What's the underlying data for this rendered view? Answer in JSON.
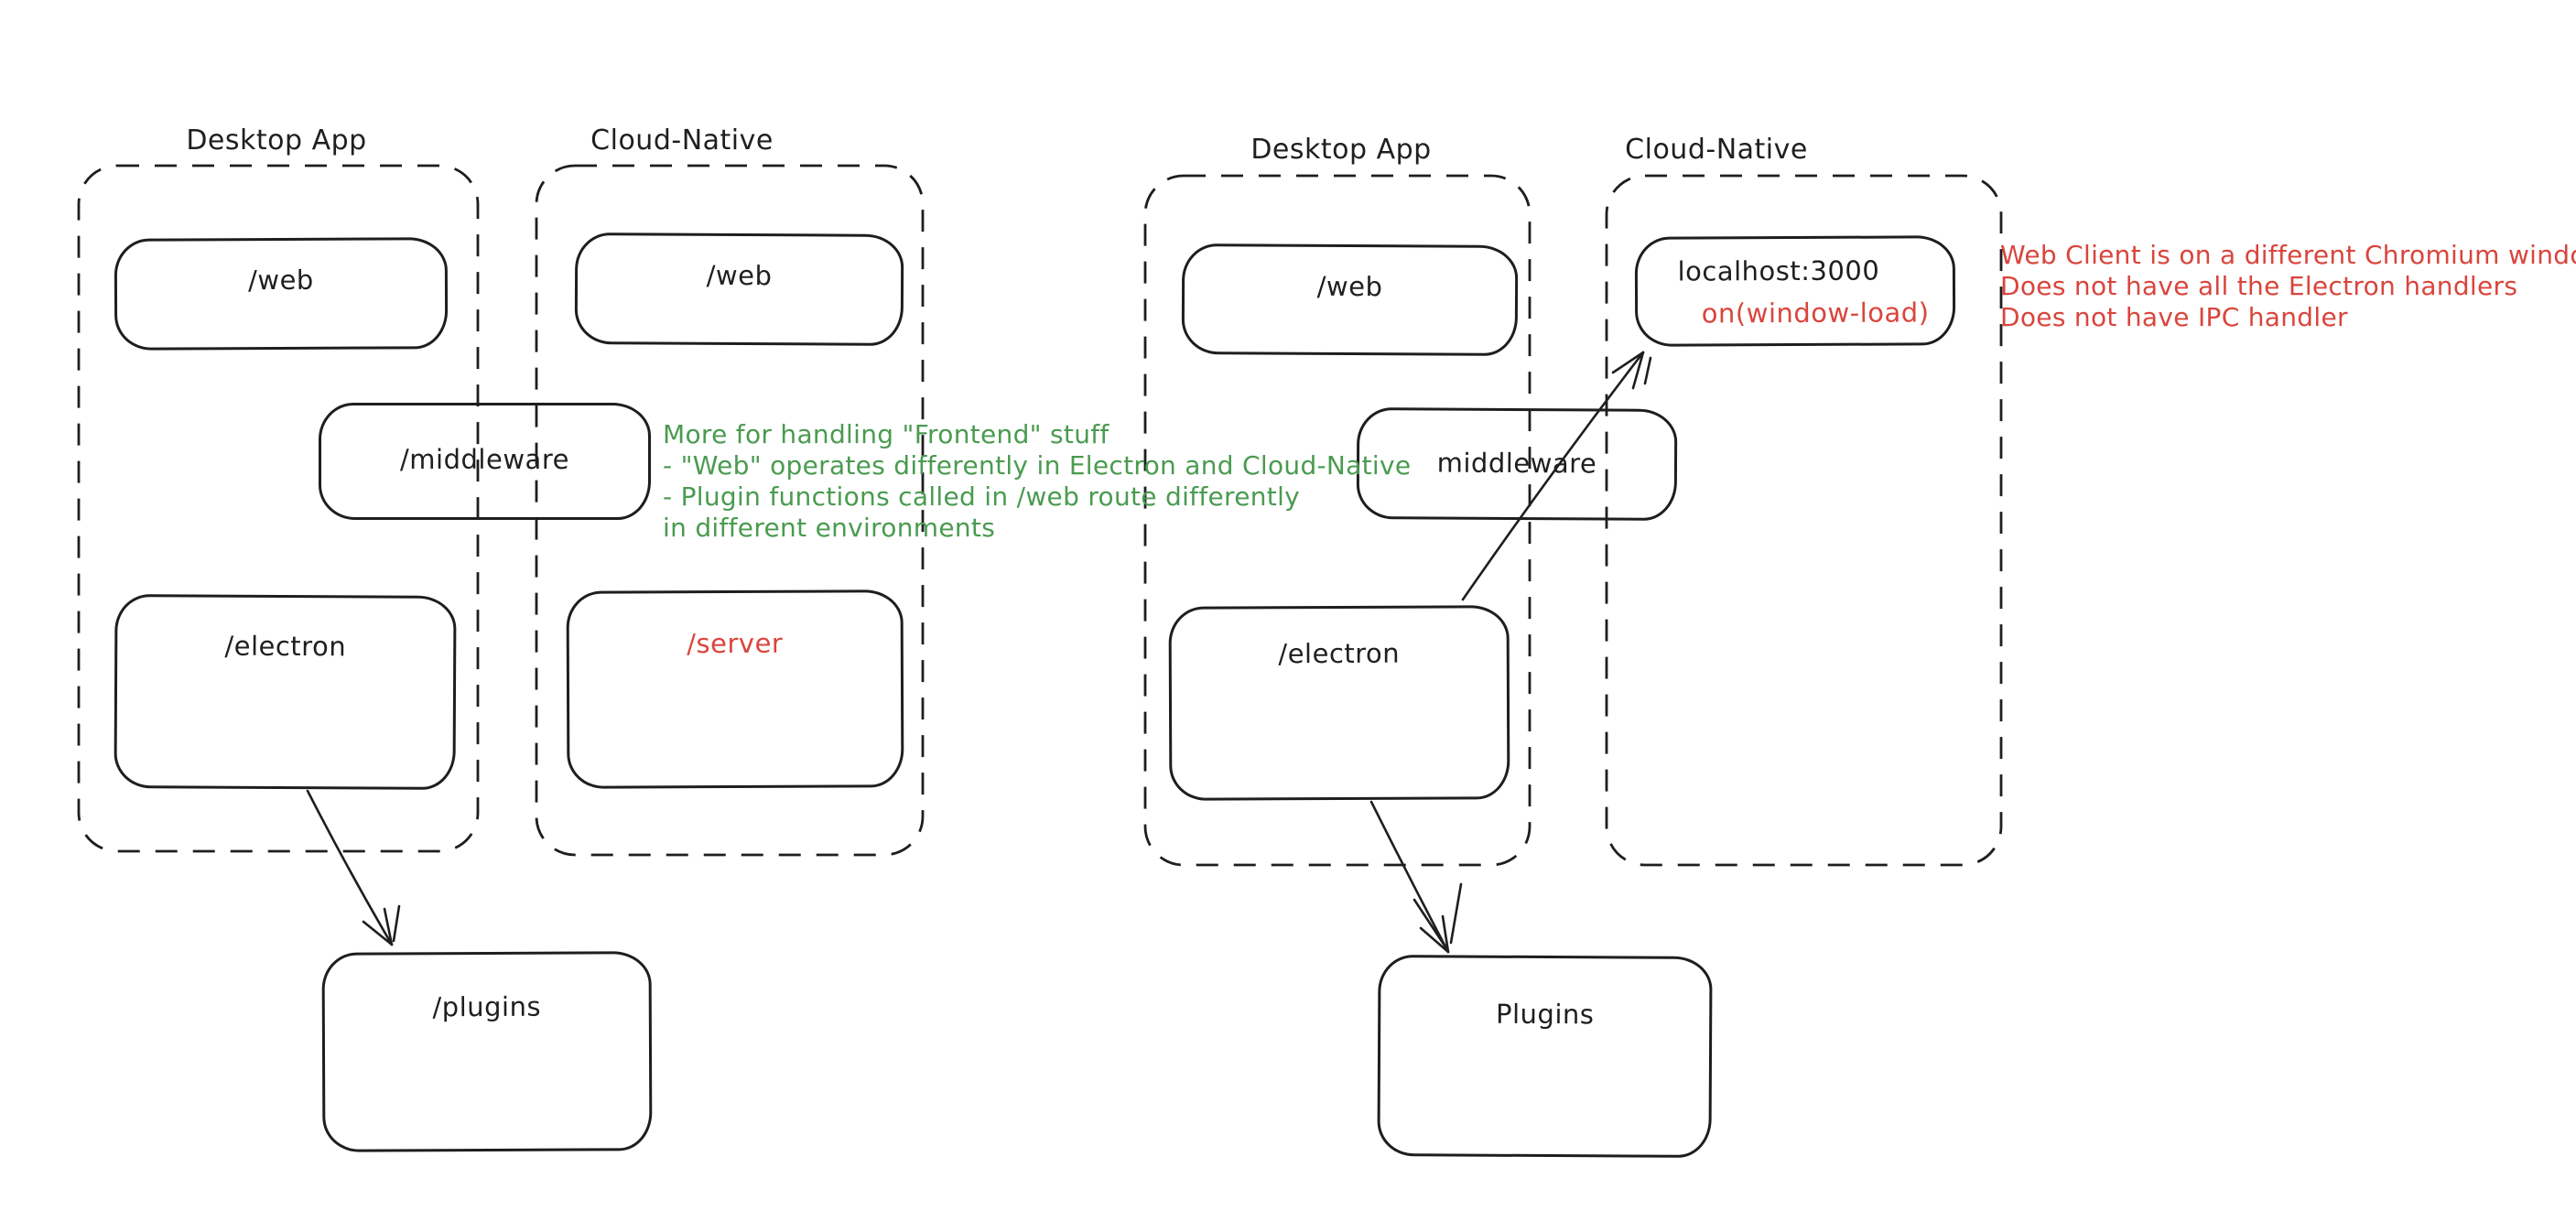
{
  "colors": {
    "stroke": "#1e1e1e",
    "text": "#1f1f1f",
    "red": "#d9453c",
    "green": "#4a9b50",
    "background": "#ffffff"
  },
  "left": {
    "desktop": {
      "label": "Desktop App",
      "web": "/web",
      "electron": "/electron"
    },
    "cloud": {
      "label": "Cloud-Native",
      "web": "/web",
      "server": "/server"
    },
    "middleware": "/middleware",
    "plugins": "/plugins",
    "green_note": {
      "line1": "More for handling \"Frontend\" stuff",
      "line2": "- \"Web\" operates differently in Electron and Cloud-Native",
      "line3": "- Plugin functions called in /web route differently",
      "line4": "in different environments"
    }
  },
  "right": {
    "desktop": {
      "label": "Desktop App",
      "web": "/web",
      "electron": "/electron"
    },
    "cloud": {
      "label": "Cloud-Native",
      "localhost": "localhost:3000",
      "window_load": "on(window-load)"
    },
    "middleware": "middleware",
    "plugins": "Plugins",
    "red_note": {
      "line1": "Web Client is on a different Chromium window",
      "line2": "Does not have all the Electron handlers",
      "line3": "Does not have IPC handler"
    }
  }
}
